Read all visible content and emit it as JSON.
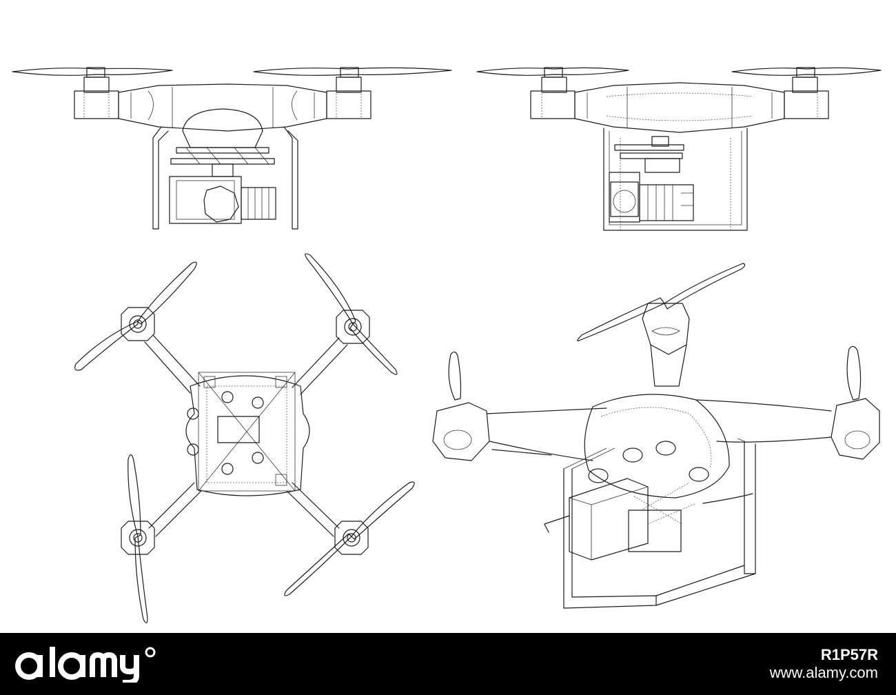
{
  "image": {
    "views": [
      {
        "name": "front-view",
        "description_label": ""
      },
      {
        "name": "back-view",
        "description_label": ""
      },
      {
        "name": "top-view",
        "description_label": ""
      },
      {
        "name": "perspective-view",
        "description_label": ""
      }
    ],
    "line_color": "#1a1a1a",
    "background_color": "#ffffff"
  },
  "footer": {
    "background_color": "#000000",
    "logo_text": "alamy",
    "image_id": "R1P57R",
    "site": "www.alamy.com"
  }
}
